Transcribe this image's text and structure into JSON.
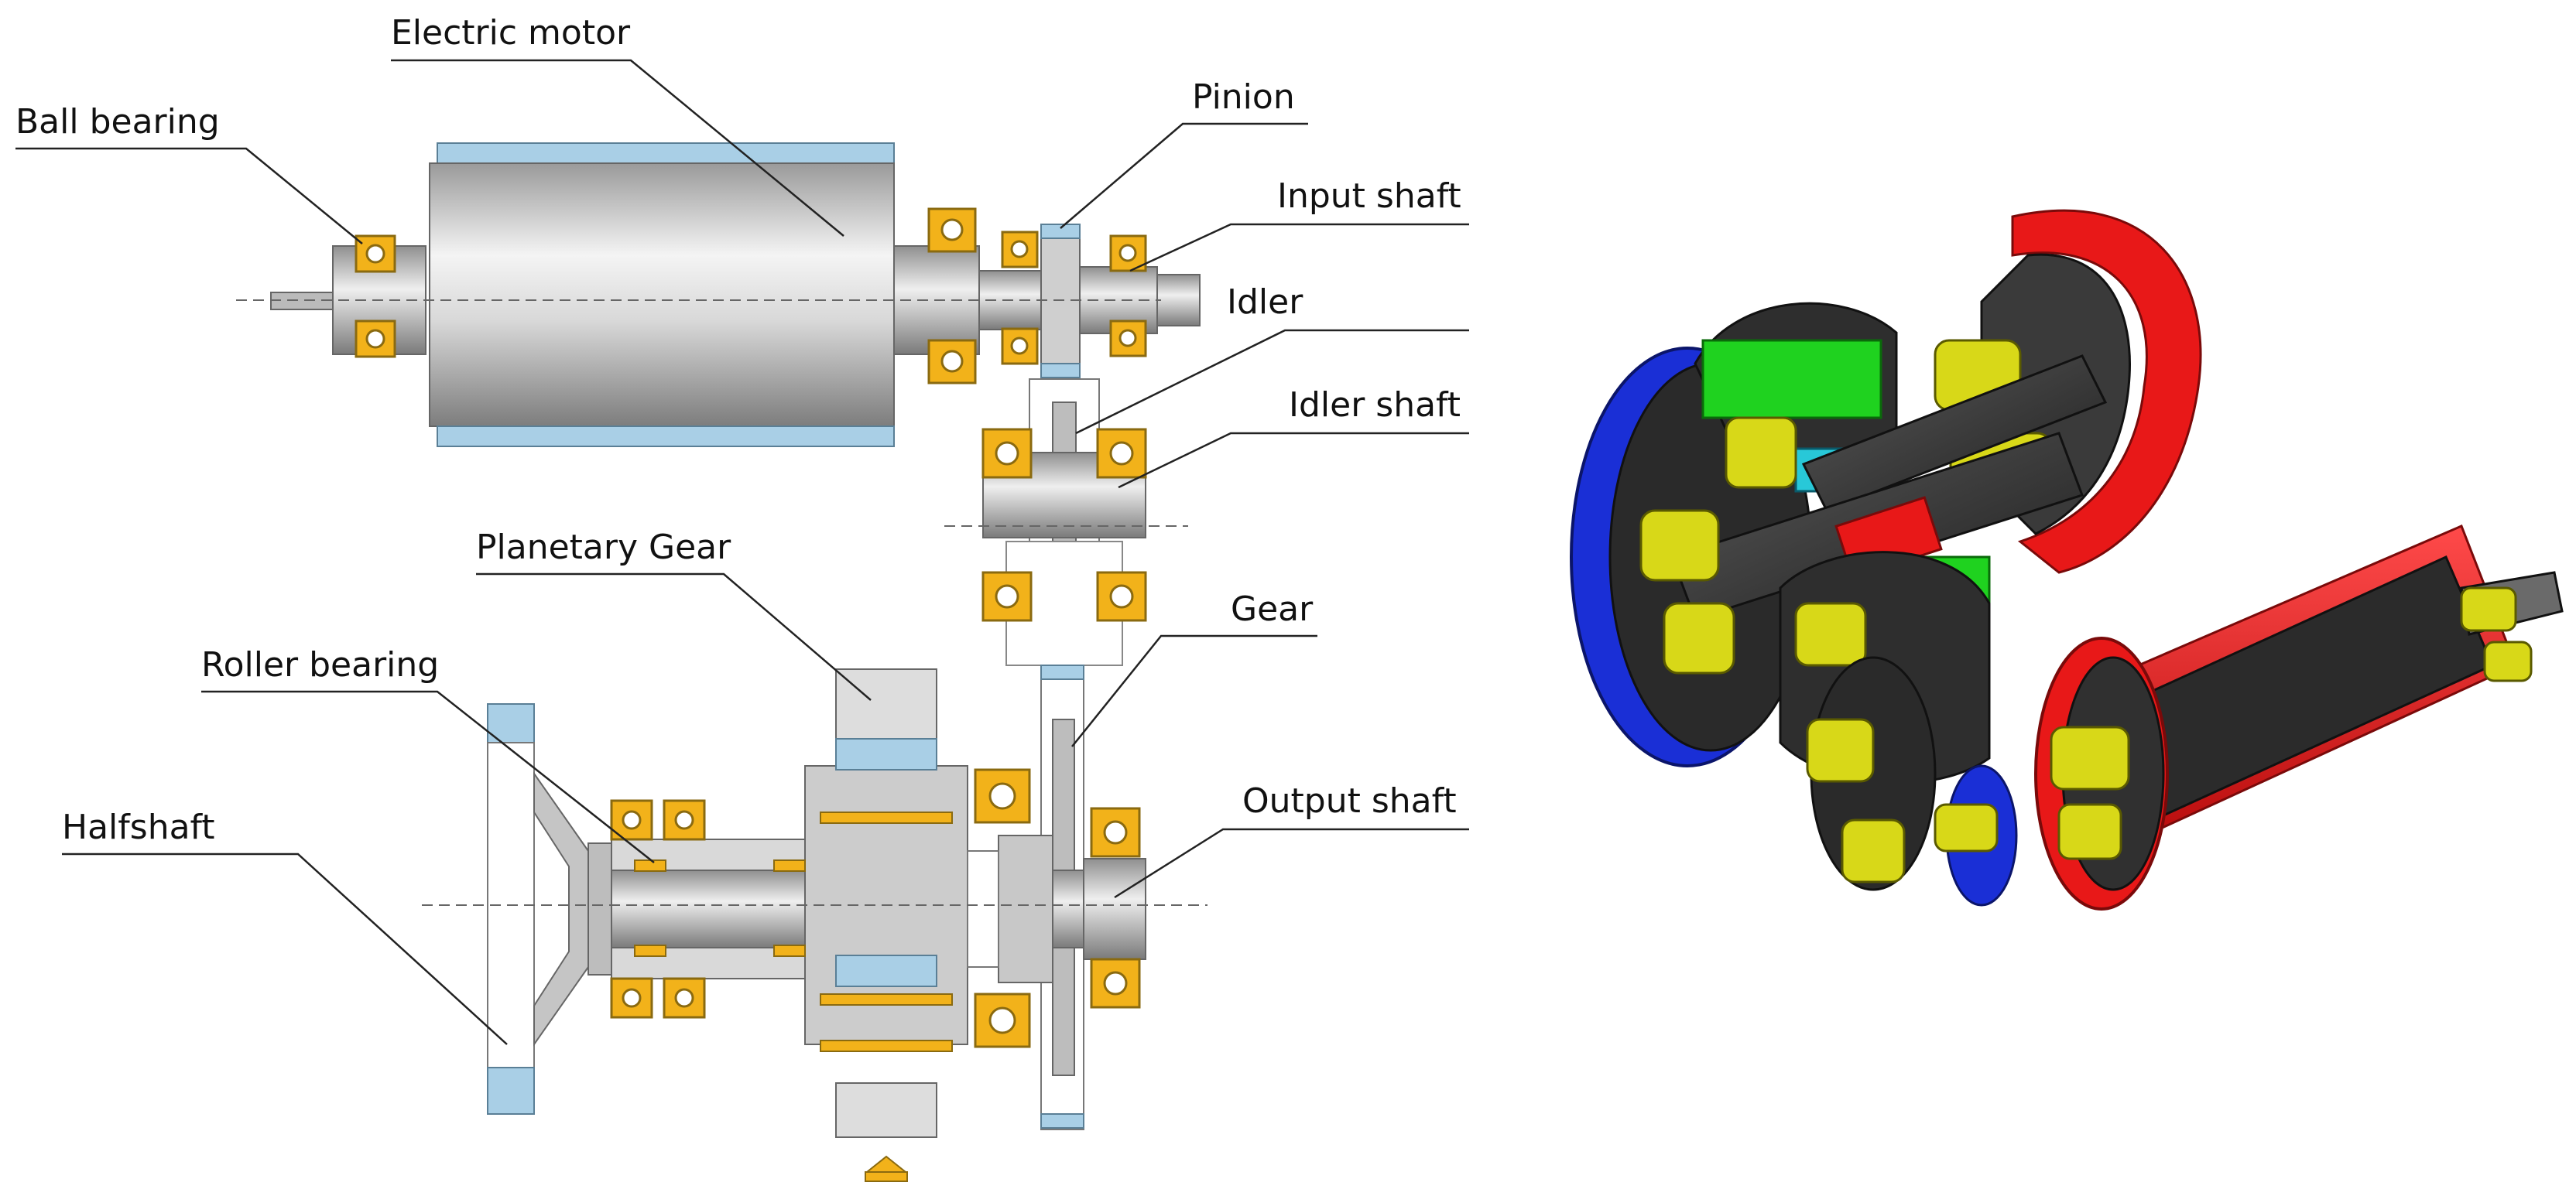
{
  "labels": {
    "electric_motor": "Electric motor",
    "ball_bearing": "Ball bearing",
    "pinion": "Pinion",
    "input_shaft": "Input shaft",
    "idler": "Idler",
    "idler_shaft": "Idler shaft",
    "planetary_gear": "Planetary Gear",
    "roller_bearing": "Roller bearing",
    "gear": "Gear",
    "output_shaft": "Output shaft",
    "halfshaft": "Halfshaft"
  },
  "colors": {
    "bearing": "#f2b21a",
    "bearing_edge": "#8a6a10",
    "shaft": "#c8c8c8",
    "shaft_edge": "#555555",
    "housing_accent": "#a9cfe6",
    "render_red": "#e81818",
    "render_blue": "#1a2fd6",
    "render_green": "#1fd21f",
    "render_yellow": "#d8d818",
    "render_cyan": "#28c8d8",
    "render_body": "#3a3a3a"
  }
}
